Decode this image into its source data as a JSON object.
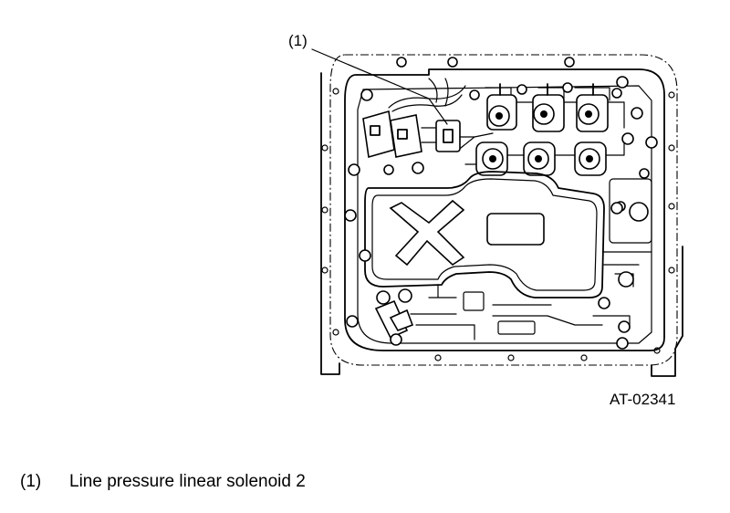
{
  "figure": {
    "callout_number": "(1)",
    "figure_code": "AT-02341"
  },
  "legend": [
    {
      "number": "(1)",
      "text": "Line pressure linear solenoid 2"
    }
  ]
}
